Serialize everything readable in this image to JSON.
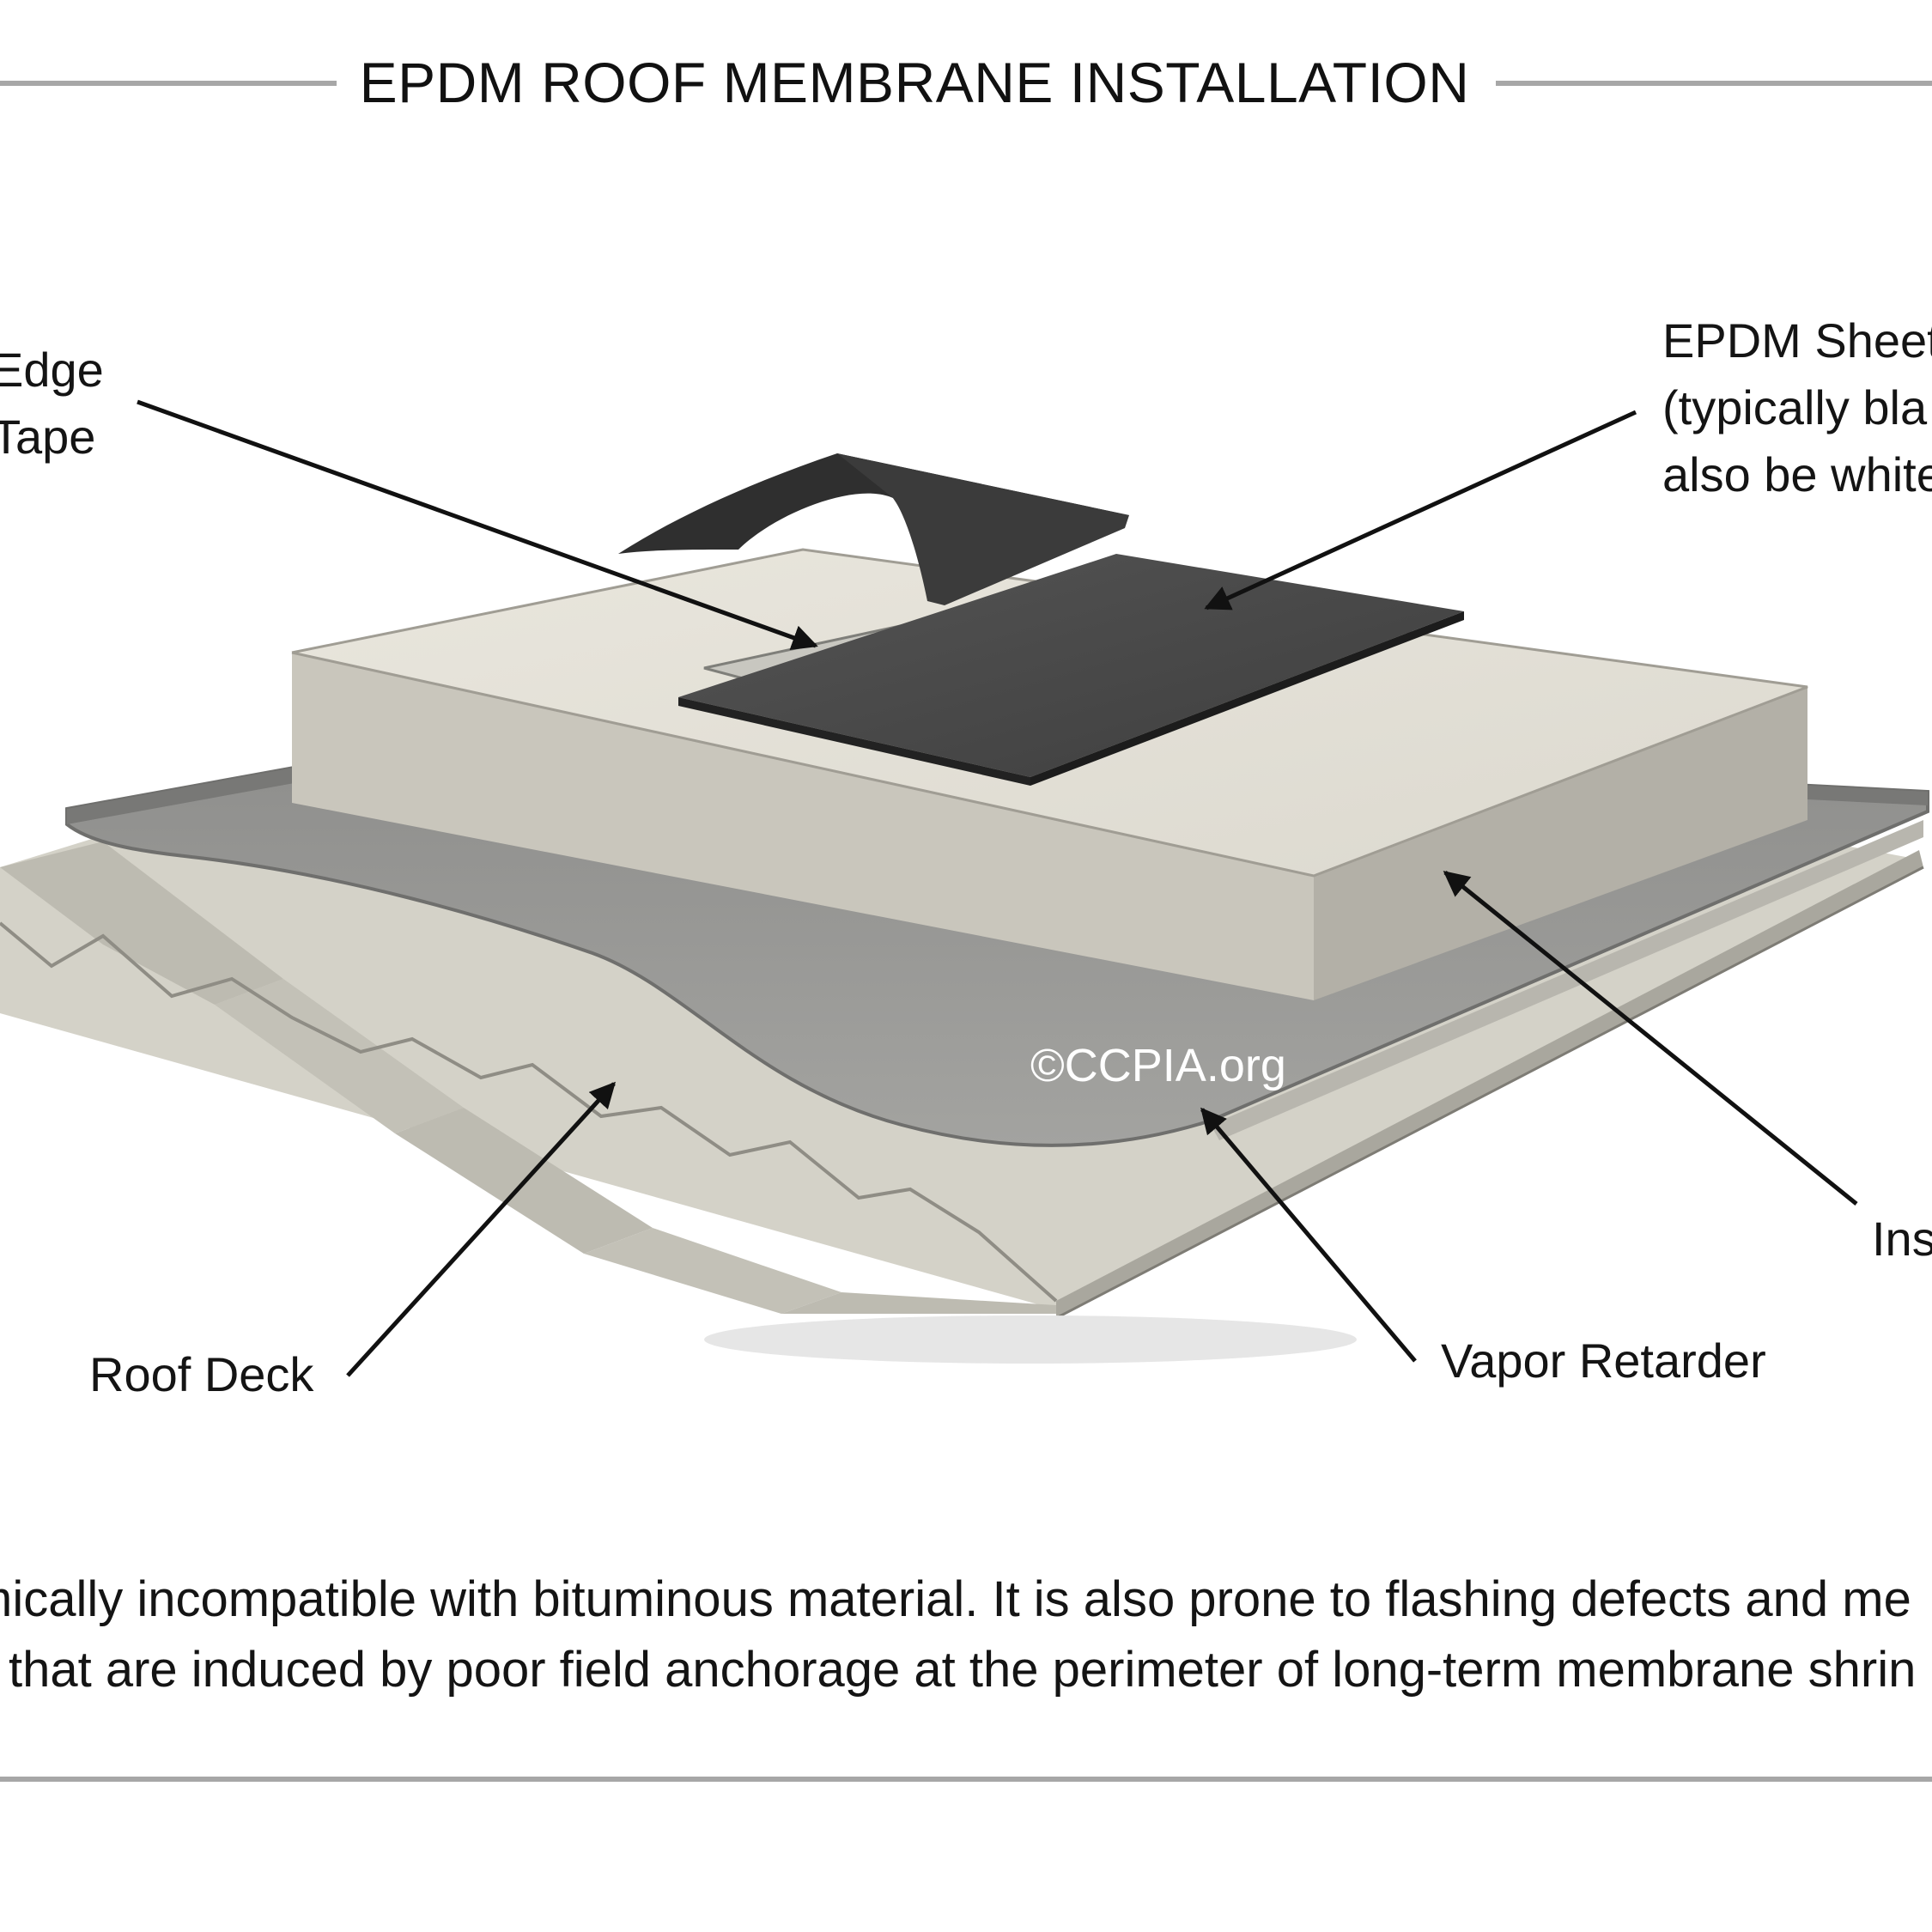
{
  "title": "EPDM ROOF MEMBRANE INSTALLATION",
  "labels": {
    "seam_tape": [
      "Edge",
      "Tape"
    ],
    "epdm_sheet": [
      "EPDM Sheet",
      "(typically bla",
      "also be white"
    ],
    "insulation": "Ins",
    "roof_deck": "Roof Deck",
    "vapor_retarder": "Vapor Retarder"
  },
  "watermark": "©CCPIA.org",
  "caption": [
    "mically incompatible with bituminous material.  It is also prone to flashing defects and me",
    "that are induced by poor field anchorage at the perimeter of long-term membrane shrin"
  ],
  "colors": {
    "rule": "#a7a7a7",
    "membrane": "#4a4a4a",
    "insulation": "#e2dfd5",
    "vapor_retarder": "#8a8a88",
    "deck": "#c9c6bb"
  }
}
